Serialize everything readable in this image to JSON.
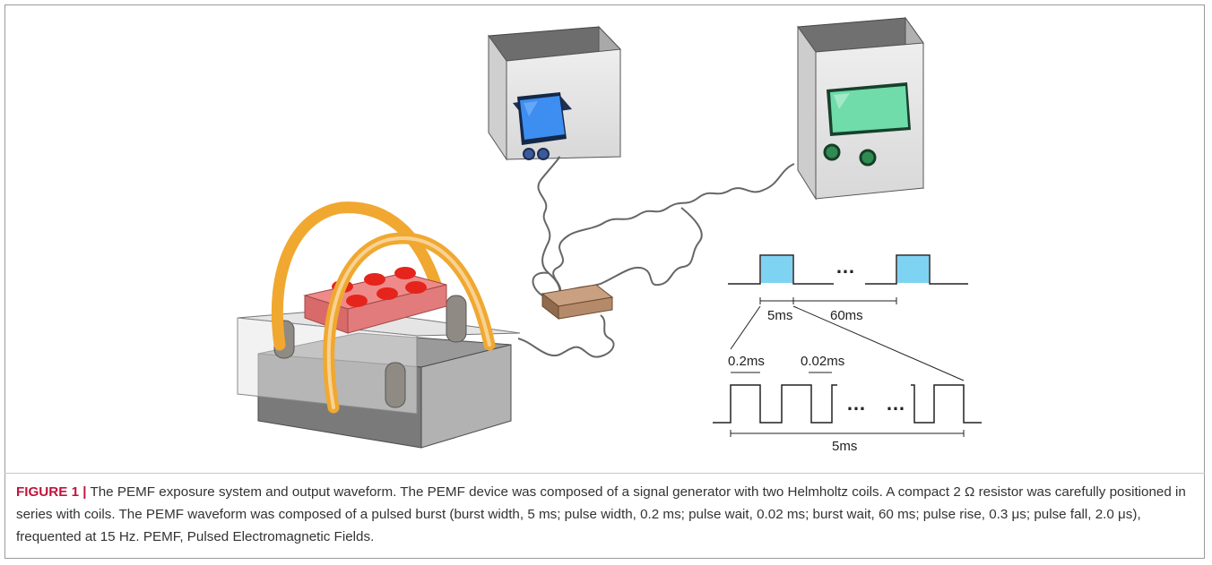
{
  "figure": {
    "caption_label": "FIGURE 1 |",
    "caption_text": " The PEMF exposure system and output waveform. The PEMF device was composed of a signal generator with two Helmholtz coils. A compact 2 Ω resistor was carefully positioned in series with coils. The PEMF waveform was composed of a pulsed burst (burst width, 5 ms; pulse width, 0.2 ms; pulse wait, 0.02 ms; burst wait, 60 ms; pulse rise, 0.3 μs; pulse fall, 2.0 μs), frequented at 15 Hz. PEMF, Pulsed Electromagnetic Fields."
  },
  "waveform": {
    "ellipsis": "…",
    "ellipsis_lower": "…",
    "burst_width_label": "5ms",
    "burst_wait_label": "60ms",
    "pulse_width_label": "0.2ms",
    "pulse_wait_label": "0.02ms",
    "total_label": "5ms"
  },
  "colors": {
    "burst_fill": "#7fd3f2",
    "coil": "#f0a830",
    "dish": "#ef8a8a",
    "well": "#e5241c",
    "screen_blue": "#3d8ef0",
    "screen_green": "#6fdca9",
    "resistor": "#b58a6a"
  },
  "icons": {
    "device_left": "signal-generator-icon",
    "device_right": "control-box-icon",
    "resistor": "resistor-icon",
    "coils": "helmholtz-coil-icon"
  }
}
